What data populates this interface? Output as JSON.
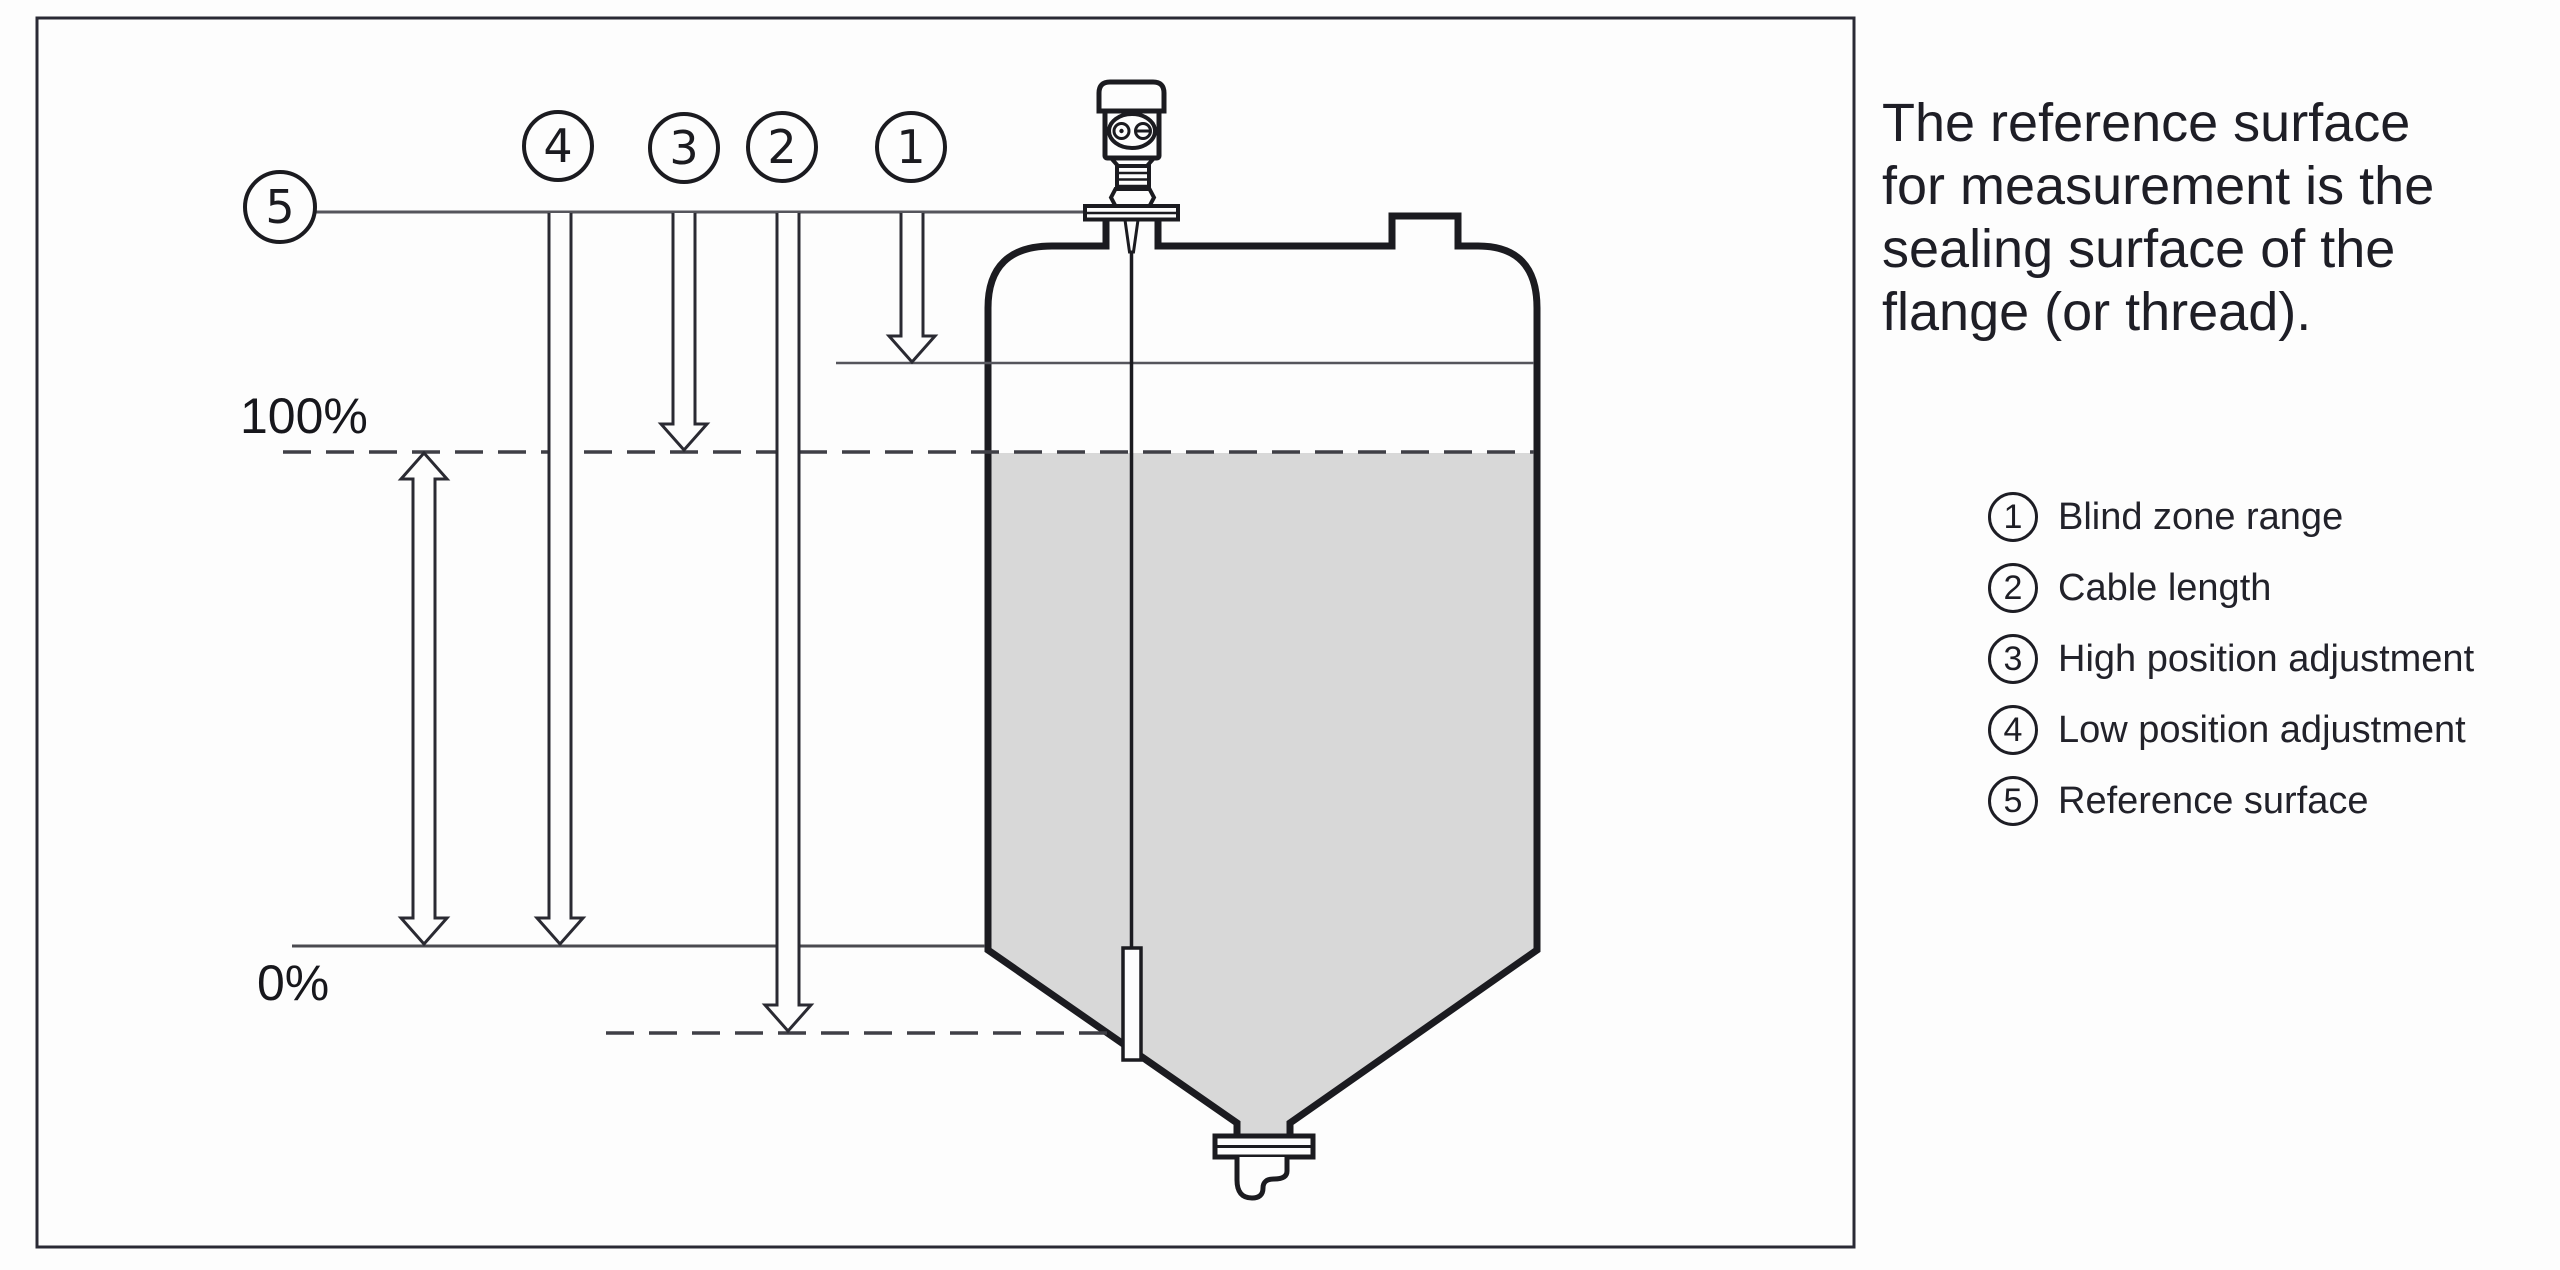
{
  "colors": {
    "ink": "#1b1b20",
    "line_gray": "#55555c",
    "dash_gray": "#3f3f46",
    "liquid": "#d8d8d8",
    "background": "#fdfdfd"
  },
  "diagram": {
    "callouts": {
      "one": "1",
      "two": "2",
      "three": "3",
      "four": "4",
      "five": "5"
    },
    "level_labels": {
      "full": "100%",
      "empty": "0%"
    }
  },
  "note": {
    "text": "The reference surface for measurement is the sealing surface of the flange (or thread)."
  },
  "legend": {
    "items": [
      {
        "num": "1",
        "label": "Blind zone range"
      },
      {
        "num": "2",
        "label": "Cable length"
      },
      {
        "num": "3",
        "label": "High position adjustment"
      },
      {
        "num": "4",
        "label": "Low position adjustment"
      },
      {
        "num": "5",
        "label": "Reference surface"
      }
    ]
  }
}
